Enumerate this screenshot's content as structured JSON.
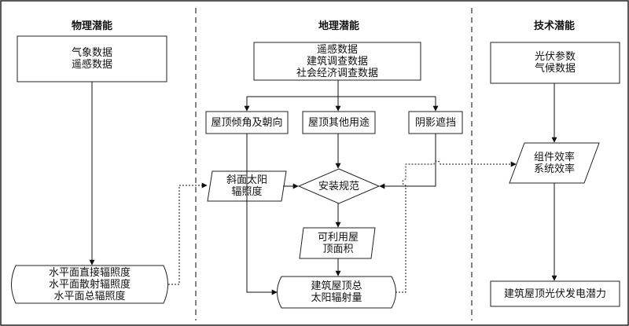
{
  "columns": {
    "physical": "物理潜能",
    "geographic": "地理潜能",
    "technical": "技术潜能"
  },
  "nodes": {
    "meteo_remote": "气象数据\n遥感数据",
    "geo_inputs": "遥感数据\n建筑调查数据\n社会经济调查数据",
    "roof_tilt": "屋顶倾角及朝向",
    "roof_other_use": "屋顶其他用途",
    "shading": "阴影遮挡",
    "install_rules": "安装规范",
    "tilted_irradiance": "斜面太阳\n辐照度",
    "usable_area": "可利用屋\n顶面积",
    "horizontal_irradiance": "水平面直接辐照度\n水平面散射辐照度\n水平面总辐照度",
    "roof_total_radiation": "建筑屋顶总\n太阳辐射量",
    "pv_climate": "光伏参数\n气候数据",
    "efficiency": "组件效率\n系统效率",
    "pv_potential": "建筑屋顶光伏发电潜力"
  }
}
